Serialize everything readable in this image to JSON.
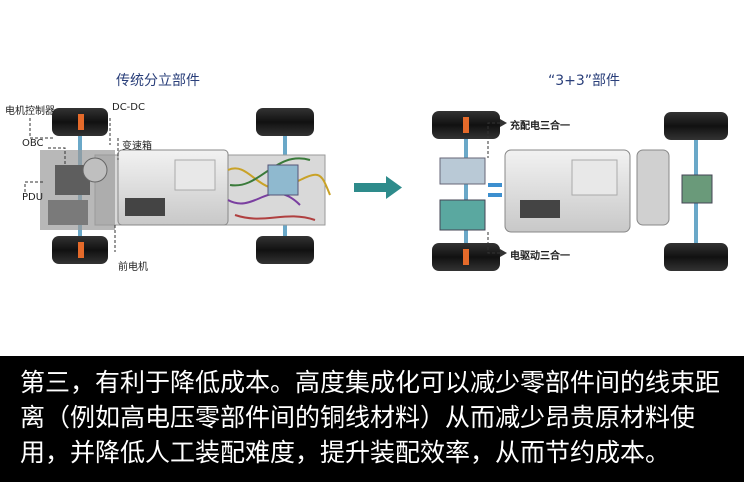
{
  "left_panel": {
    "title": "传统分立部件",
    "labels": {
      "motor_controller": "电机控制器",
      "dcdc": "DC-DC",
      "obc": "OBC",
      "gearbox": "变速箱",
      "pdu": "PDU",
      "front_motor": "前电机"
    }
  },
  "right_panel": {
    "title": "“3+3”部件",
    "labels": {
      "charging_3in1": "充配电三合一",
      "drive_3in1": "电驱动三合一"
    }
  },
  "colors": {
    "arrow": "#2e8b8b",
    "title": "#2a3f7a",
    "caption_bg": "#000000",
    "caption_text": "#ffffff"
  },
  "caption": {
    "text": "第三，有利于降低成本。高度集成化可以减少零部件间的线束距离（例如高电压零部件间的铜线材料）从而减少昂贵原材料使用，并降低人工装配难度，提升装配效率，从而节约成本。"
  }
}
